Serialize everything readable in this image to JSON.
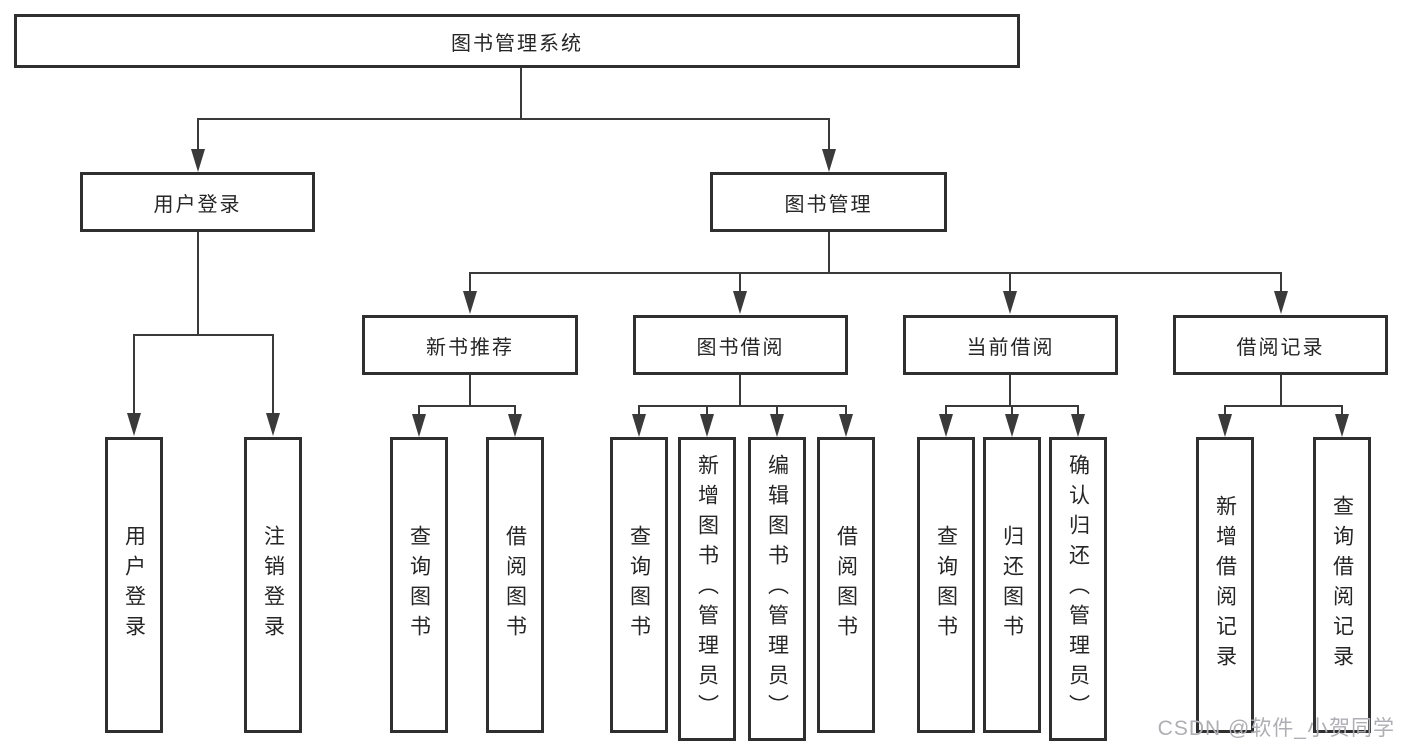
{
  "diagram": {
    "title": "图书管理系统",
    "branches": {
      "user_login": {
        "label": "用户登录",
        "children": [
          "用户登录",
          "注销登录"
        ]
      },
      "book_management": {
        "label": "图书管理",
        "sections": {
          "new_books": {
            "label": "新书推荐",
            "children": [
              "查询图书",
              "借阅图书"
            ]
          },
          "borrowing": {
            "label": "图书借阅",
            "children": [
              "查询图书",
              "新增图书（管理员）",
              "编辑图书（管理员）",
              "借阅图书"
            ]
          },
          "current": {
            "label": "当前借阅",
            "children": [
              "查询图书",
              "归还图书",
              "确认归还（管理员）"
            ]
          },
          "records": {
            "label": "借阅记录",
            "children": [
              "新增借阅记录",
              "查询借阅记录"
            ]
          }
        }
      }
    }
  },
  "watermark": {
    "text": "CSDN @软件_小贺同学"
  },
  "colors": {
    "line": "#3a3a3a",
    "border": "#2f2f2f",
    "text": "#262626",
    "watermark": "#aeaeb4",
    "background": "#ffffff"
  }
}
